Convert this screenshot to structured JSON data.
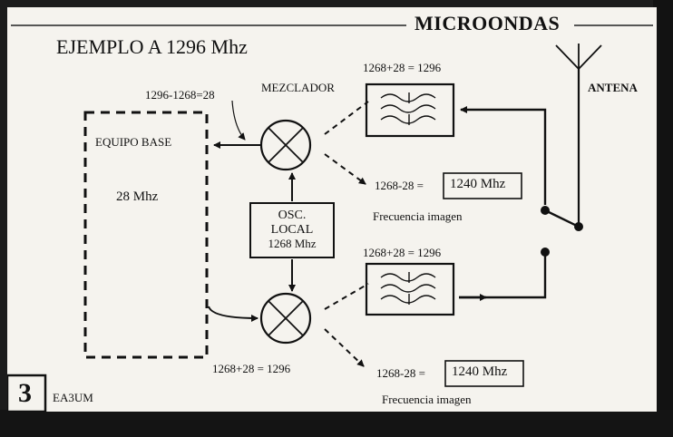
{
  "header": {
    "title": "MICROONDAS"
  },
  "example_title": "EJEMPLO A 1296 Mhz",
  "blocks": {
    "base_equipment": {
      "title": "EQUIPO BASE",
      "freq": "28 Mhz"
    },
    "mixer_label": "MEZCLADOR",
    "mixer_top_output": "1296-1268=28",
    "local_oscillator": {
      "line1": "OSC.",
      "line2": "LOCAL",
      "line3": "1268 Mhz"
    },
    "antenna_label": "ANTENA"
  },
  "top_path": {
    "filter_eq": "1268+28 = 1296",
    "image_eq": "1268-28 =",
    "image_value": "1240 Mhz",
    "image_caption": "Frecuencia imagen"
  },
  "bottom_path": {
    "filter_eq": "1268+28 = 1296",
    "mixer_eq": "1268+28 = 1296",
    "image_eq": "1268-28 =",
    "image_value": "1240 Mhz",
    "image_caption": "Frecuencia imagen"
  },
  "footer": {
    "figure_number": "3",
    "author": "EA3UM"
  }
}
